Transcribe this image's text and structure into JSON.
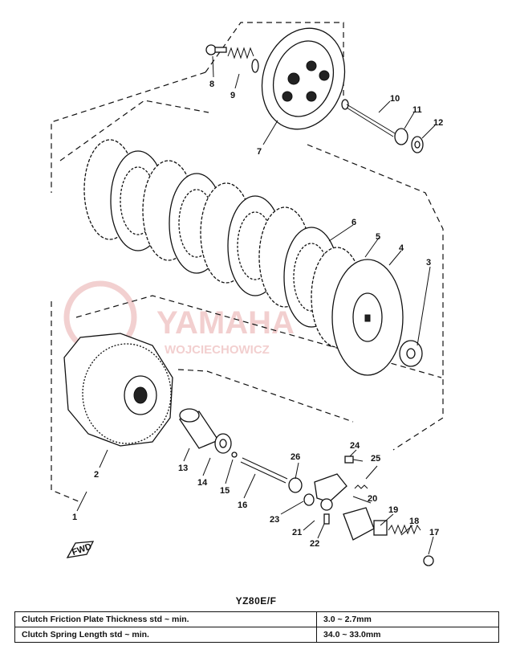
{
  "part_numbers": [
    "1",
    "2",
    "3",
    "4",
    "5",
    "6",
    "7",
    "8",
    "9",
    "10",
    "11",
    "12",
    "13",
    "14",
    "15",
    "16",
    "17",
    "18",
    "19",
    "20",
    "21",
    "22",
    "23",
    "24",
    "25",
    "26"
  ],
  "fwd_label": "FWD",
  "watermark": {
    "brand": "YAMAHA",
    "subtitle": "WOJCIECHOWICZ"
  },
  "model": "YZ80E/F",
  "spec_table": {
    "rows": [
      {
        "label": "Clutch Friction Plate Thickness std ~ min.",
        "value": "3.0 ~ 2.7mm"
      },
      {
        "label": "Clutch Spring Length  std ~ min.",
        "value": "34.0 ~ 33.0mm"
      }
    ]
  }
}
